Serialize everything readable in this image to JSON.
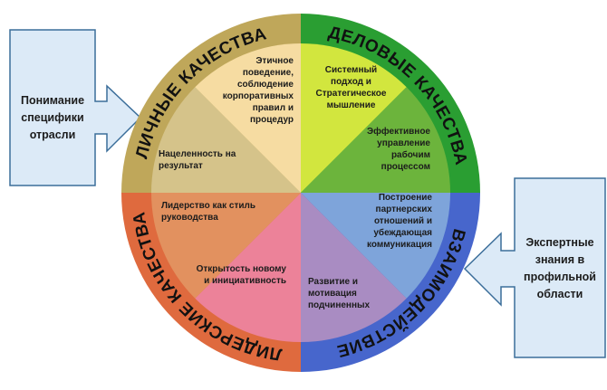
{
  "rings": {
    "personal": "ЛИЧНЫЕ КАЧЕСТВА",
    "business": "ДЕЛОВЫЕ КАЧЕСТВА",
    "interaction": "ВЗАИМОДЕЙСТВИЕ",
    "leadership": "ЛИДЕРСКИЕ КАЧЕСТВА"
  },
  "sectors": {
    "result_focus": "Нацеленность на\nрезультат",
    "ethics": "Этичное\nповедение,\nсоблюдение\nкорпоративных\nправил и\nпроцедур",
    "systemic": "Системный\nподход и\nСтратегическое\nмышление",
    "process_mgmt": "Эффективное\nуправление\nрабочим\nпроцессом",
    "partnership": "Построение\nпартнерских\nотношений и\nубеждающая\nкоммуникация",
    "development": "Развитие и\nмотивация\nподчиненных",
    "openness": "Открытость новому\nи инициативность",
    "leadership_style": "Лидерство как стиль\nруководства"
  },
  "callouts": {
    "left": "Понимание\nспецифики\nотрасли",
    "right": "Экспертные\nзнания в\nпрофильной\nобласти"
  },
  "colors": {
    "ring_personal": "#bfa75a",
    "ring_business": "#2a9e32",
    "ring_interaction": "#4766cc",
    "ring_leadership": "#df6a3e",
    "callout_fill": "#dceaf7",
    "callout_border": "#3b6e9a"
  }
}
